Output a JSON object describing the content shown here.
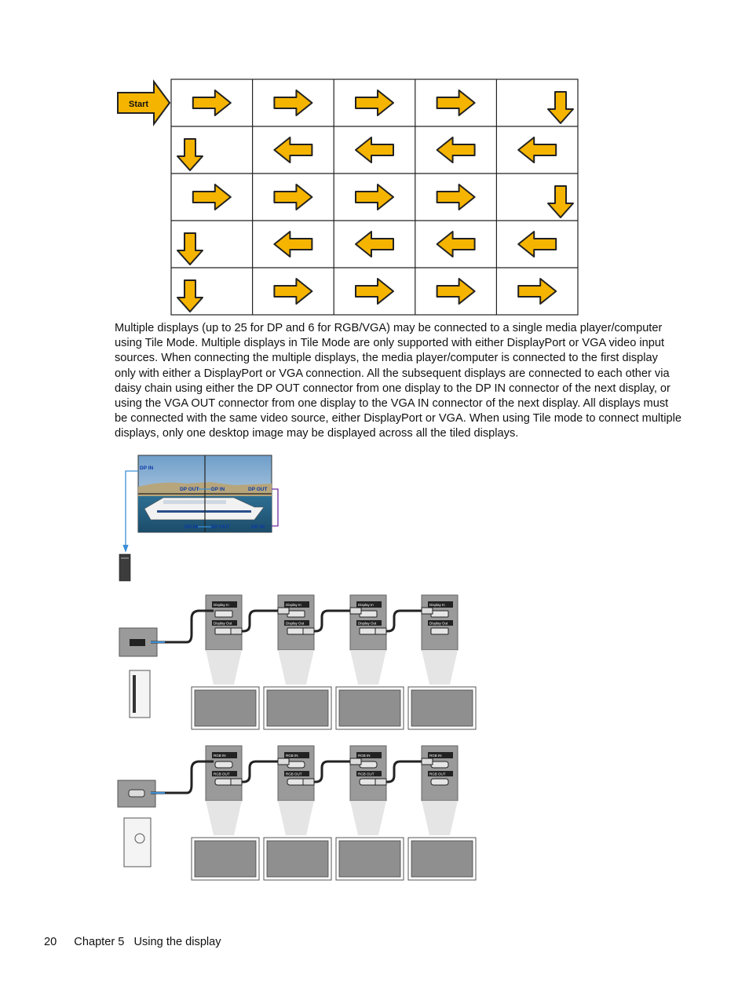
{
  "diagram1": {
    "start_label": "Start",
    "rows": [
      [
        "right",
        "right",
        "right",
        "right",
        "down"
      ],
      [
        "down",
        "left",
        "left",
        "left",
        "left"
      ],
      [
        "right",
        "right",
        "right",
        "right",
        "down"
      ],
      [
        "down",
        "left",
        "left",
        "left",
        "left"
      ],
      [
        "down",
        "right",
        "right",
        "right",
        "right"
      ]
    ]
  },
  "paragraph": "Multiple displays (up to 25 for DP and 6 for RGB/VGA) may be connected to a single media player/computer using Tile Mode. Multiple displays in Tile Mode are only supported with either DisplayPort or VGA video input sources. When connecting the multiple displays, the media player/computer is connected to the first display only with either a DisplayPort or VGA connection. All the subsequent displays are connected to each other via daisy chain using either the DP OUT connector from one display to the DP IN connector of the next display, or using the VGA OUT connector from one display to the VGA IN connector of the next display. All displays must be connected with the same video source, either DisplayPort or VGA. When using Tile mode to connect multiple displays, only one desktop image may be displayed across all the tiled displays.",
  "photo_figure": {
    "labels": {
      "dp_in_top": "DP IN",
      "dp_out_1": "DP OUT",
      "dp_in_1": "DP IN",
      "dp_out_2": "DP OUT",
      "dp_in_2": "DP IN",
      "dp_out_3": "DP OUT",
      "dp_in_3": "DP IN"
    }
  },
  "dp_figure": {
    "port_in": "Display In",
    "port_out": "Display Out"
  },
  "vga_figure": {
    "port_in": "RGB IN",
    "port_out": "RGB OUT"
  },
  "footer": {
    "page_number": "20",
    "chapter": "Chapter 5",
    "title": "Using the display"
  },
  "colors": {
    "arrow_fill": "#f5b400",
    "arrow_stroke": "#222222",
    "panel_gray": "#9a9a9a",
    "cable_blue": "#3b8fd6"
  }
}
